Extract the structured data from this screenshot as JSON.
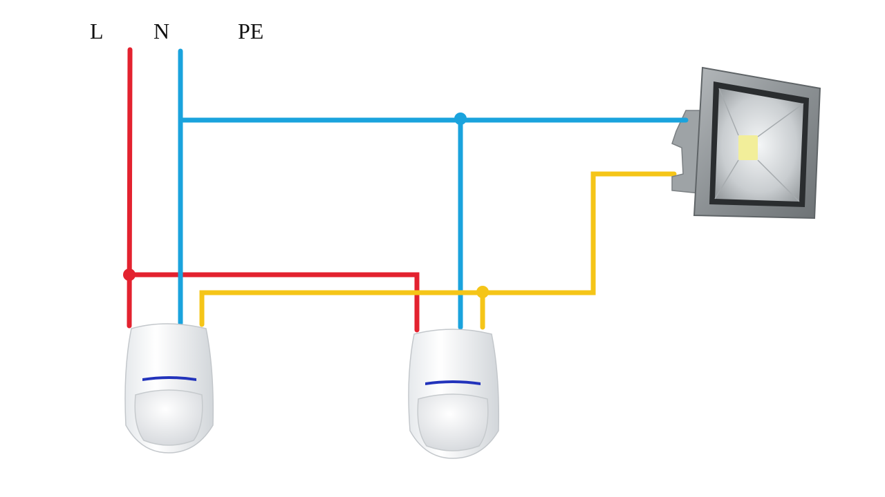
{
  "labels": {
    "live": "L",
    "neutral": "N",
    "earth": "PE"
  },
  "colors": {
    "live": "#e3222f",
    "neutral": "#1aa3dd",
    "switched": "#f5c518",
    "sensor_led": "#2233bb",
    "floodlight_body": "#8f9497",
    "floodlight_led": "#f2ee9a"
  },
  "components": {
    "sensors": [
      "motion-sensor-1",
      "motion-sensor-2"
    ],
    "load": "floodlight"
  }
}
